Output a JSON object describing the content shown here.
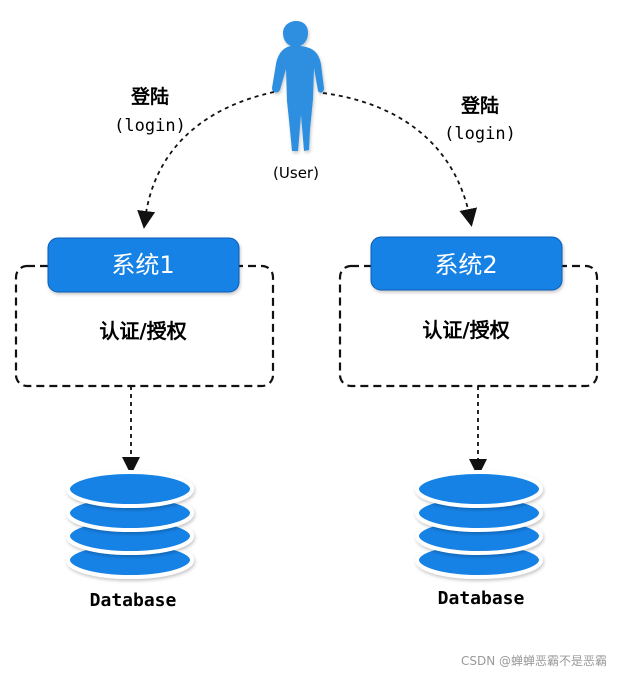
{
  "user": {
    "icon": "person-icon",
    "label": "(User)"
  },
  "left_login": {
    "title": "登陆",
    "sub": "(login)"
  },
  "right_login": {
    "title": "登陆",
    "sub": "(login)"
  },
  "systems": [
    {
      "name": "系统1",
      "function": "认证/授权",
      "database": "Database"
    },
    {
      "name": "系统2",
      "function": "认证/授权",
      "database": "Database"
    }
  ],
  "colors": {
    "accent_blue": "#1382e6",
    "dark_blue_stroke": "#0a5bb5",
    "person_blue": "#2f8fe0",
    "dash_stroke": "#111111"
  },
  "watermark": "CSDN @蝉蝉恶霸不是恶霸"
}
